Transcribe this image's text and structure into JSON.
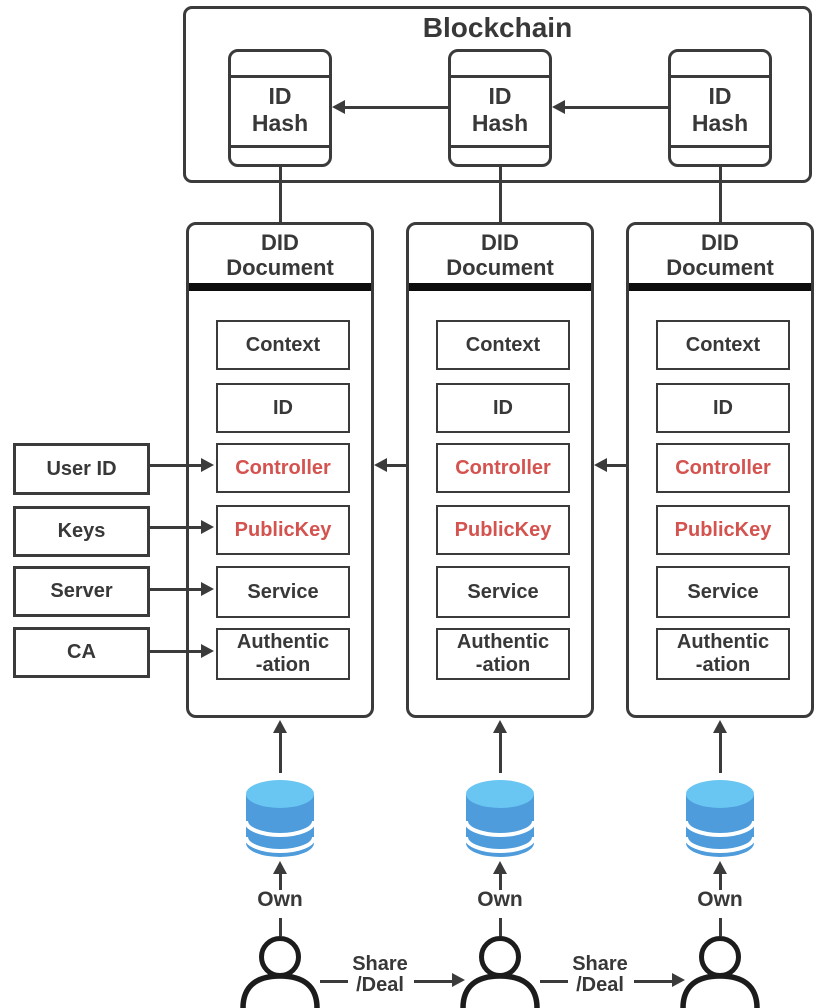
{
  "colors": {
    "line": "#3b3b3b",
    "text": "#383838",
    "accent_red": "#d4534f",
    "divider_black": "#0c0c0c",
    "database_top_blue": "#69c6f2",
    "database_body_blue": "#4e9cdb"
  },
  "blockchain": {
    "title": "Blockchain",
    "blocks": [
      {
        "label": "ID\nHash"
      },
      {
        "label": "ID\nHash"
      },
      {
        "label": "ID\nHash"
      }
    ]
  },
  "documents": [
    {
      "title": "DID\nDocument",
      "fields": [
        {
          "label": "Context",
          "highlight": false
        },
        {
          "label": "ID",
          "highlight": false
        },
        {
          "label": "Controller",
          "highlight": true
        },
        {
          "label": "PublicKey",
          "highlight": true
        },
        {
          "label": "Service",
          "highlight": false
        },
        {
          "label": "Authentic\n-ation",
          "highlight": false
        }
      ]
    },
    {
      "title": "DID\nDocument",
      "fields": [
        {
          "label": "Context",
          "highlight": false
        },
        {
          "label": "ID",
          "highlight": false
        },
        {
          "label": "Controller",
          "highlight": true
        },
        {
          "label": "PublicKey",
          "highlight": true
        },
        {
          "label": "Service",
          "highlight": false
        },
        {
          "label": "Authentic\n-ation",
          "highlight": false
        }
      ]
    },
    {
      "title": "DID\nDocument",
      "fields": [
        {
          "label": "Context",
          "highlight": false
        },
        {
          "label": "ID",
          "highlight": false
        },
        {
          "label": "Controller",
          "highlight": true
        },
        {
          "label": "PublicKey",
          "highlight": true
        },
        {
          "label": "Service",
          "highlight": false
        },
        {
          "label": "Authentic\n-ation",
          "highlight": false
        }
      ]
    }
  ],
  "external_inputs": [
    {
      "label": "User ID"
    },
    {
      "label": "Keys"
    },
    {
      "label": "Server"
    },
    {
      "label": "CA"
    }
  ],
  "owners": [
    {
      "label": "Own"
    },
    {
      "label": "Own"
    },
    {
      "label": "Own"
    }
  ],
  "relations": [
    {
      "label": "Share\n/Deal"
    },
    {
      "label": "Share\n/Deal"
    }
  ],
  "icons": {
    "database": "database-icon",
    "person": "person-icon"
  }
}
